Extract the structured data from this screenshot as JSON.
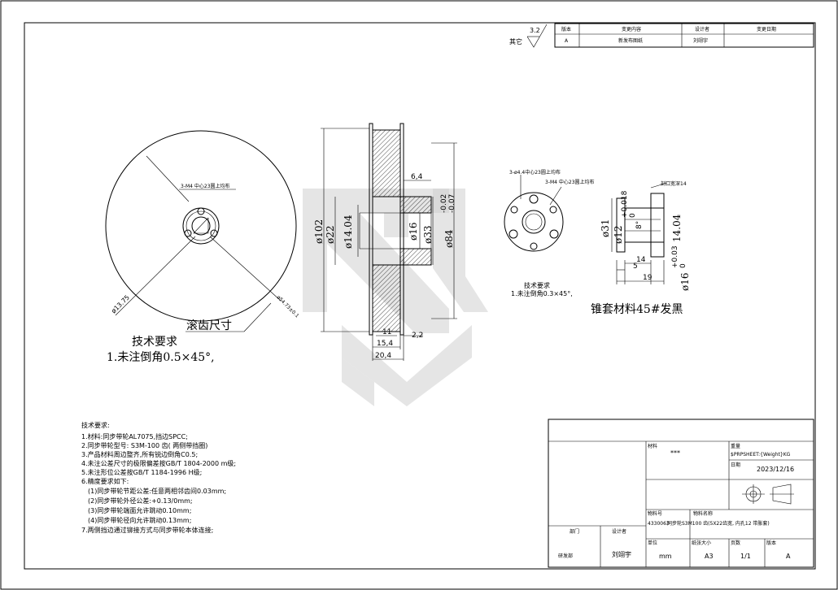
{
  "surface_finish": {
    "label": "其它",
    "value": "3.2"
  },
  "revision_table": {
    "headers": [
      "版本",
      "变更内容",
      "设计者",
      "变更日期"
    ],
    "rows": [
      [
        "A",
        "新发布图纸",
        "刘翊宇",
        ""
      ]
    ]
  },
  "front_view": {
    "hole_note": "3-M4 中心23圆上均布",
    "dia_label": "ø13.75",
    "pcd_label": "ø54.73±0.1",
    "tooth_label": "滚齿尺寸",
    "tech_title": "技术要求",
    "tech_note": "1.未注倒角0.5×45°,"
  },
  "section_view": {
    "d102": "ø102",
    "d22": "ø22",
    "d14": "ø14.04",
    "d16": "ø16",
    "d33": "ø33",
    "d84": "ø84",
    "tol_upper": "-0.02",
    "tol_lower": "-0.07",
    "dim_64": "6,4",
    "dim_11": "11",
    "dim_22": "2,2",
    "dim_154": "15,4",
    "dim_204": "20,4"
  },
  "bushing_view": {
    "note1": "3-ø4.4中心23圆上均布",
    "note2": "3-M4 中心23圆上均布",
    "slot_note": "剖口宽深14",
    "d31": "ø31",
    "d12": "ø12",
    "d12_tol": "+0.018",
    "d12_tol_lower": "0",
    "d8": "8°",
    "d1404": "14.04",
    "d16": "ø16",
    "d16_tol": "+0.03",
    "d16_tol_lower": "0",
    "dim_5": "5",
    "dim_14": "14",
    "dim_19": "19",
    "tech_title": "技术要求",
    "tech_note": "1.未注倒角0.3×45°,",
    "material": "锥套材料45#发黑"
  },
  "requirements": {
    "title": "技术要求:",
    "items": [
      "1.材料:同步带轮AL7075,挡边SPCC;",
      "2.同步带轮型号: S3M-100 齿( 两侧带挡圈)",
      "3.产品材料周边整齐,所有锐边倒角C0.5;",
      "4.未注公差尺寸的极限偏差按GB/T 1804-2000 m级;",
      "5.未注形位公差按GB/T 1184-1996 H级;",
      "6.精度要求如下:",
      "(1)同步带轮节距公差:任意两相邻齿间0.03mm;",
      "(2)同步带轮外径公差:+0.13/0mm;",
      "(3)同步带轮端面允许跳动0.10mm;",
      "(4)同步带轮径向允许跳动0.13mm;",
      "7.两侧挡边通过铆接方式与同步带轮本体连接;"
    ]
  },
  "title_block": {
    "material_label": "材料",
    "material_value": "***",
    "weight_label": "重量",
    "weight_value": "$PRPSHEET:{Weight}KG",
    "date_label": "日期",
    "date_value": "2023/12/16",
    "part_no_label": "物料号",
    "part_no_value": "4330063",
    "part_name_label": "物料名称",
    "part_name_value": "同步轮S3M100 齿(5X22齿宽, 内孔12 带胀套)",
    "dept_label": "部门",
    "dept_value": "研发部",
    "designer_label": "设计者",
    "designer_value": "刘翊宇",
    "unit_label": "单位",
    "unit_value": "mm",
    "paper_label": "纸张大小",
    "paper_value": "A3",
    "page_label": "页数",
    "page_value": "1/1",
    "version_label": "版本",
    "version_value": "A"
  }
}
